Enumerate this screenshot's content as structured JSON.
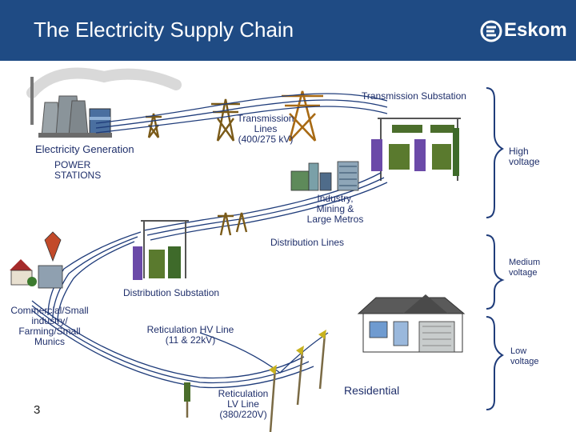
{
  "slide": {
    "title": "The Electricity Supply Chain",
    "page_number": "3",
    "brand": {
      "name": "Eskom",
      "header_color": "#1f4b84"
    }
  },
  "labels": {
    "transmission_substation": "Transmission Substation",
    "transmission_lines": [
      "Transmission",
      "Lines",
      "(400/275 kV)"
    ],
    "electricity_generation": "Electricity Generation",
    "power_stations": [
      "POWER",
      "STATIONS"
    ],
    "industry": [
      "Industry,",
      "Mining &",
      "Large Metros"
    ],
    "distribution_lines": "Distribution Lines",
    "distribution_substation": "Distribution Substation",
    "commercial": [
      "Commercial/Small",
      "industry/",
      "Farming/Small",
      "Munics"
    ],
    "reticulation_hv": [
      "Reticulation HV Line",
      "(11 & 22kV)"
    ],
    "reticulation_lv": [
      "Reticulation",
      "LV Line",
      "(380/220V)"
    ],
    "residential": "Residential"
  },
  "voltage_levels": [
    {
      "label": [
        "High",
        "voltage"
      ]
    },
    {
      "label": [
        "Medium",
        "voltage"
      ]
    },
    {
      "label": [
        "Low",
        "voltage"
      ]
    }
  ],
  "icons": [
    "power-station-icon",
    "transmission-tower-icon",
    "substation-icon",
    "factory-icon",
    "farm-icon",
    "house-icon",
    "distribution-pole-icon"
  ]
}
